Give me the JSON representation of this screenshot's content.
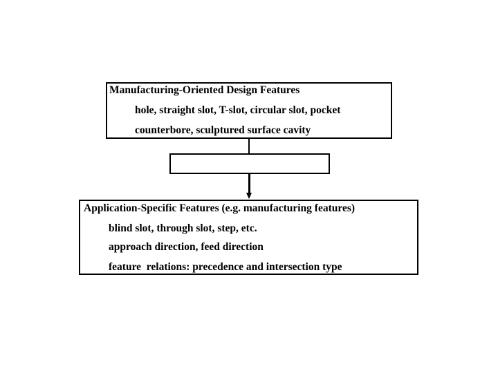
{
  "diagram": {
    "top_box": {
      "title": "Manufacturing-Oriented Design Features",
      "lines": [
        "hole, straight slot, T-slot, circular slot, pocket",
        "counterbore, sculptured surface cavity"
      ]
    },
    "middle_box": {
      "label": ""
    },
    "bottom_box": {
      "title": "Application-Specific Features (e.g. manufacturing features)",
      "lines": [
        "blind slot, through slot, step, etc.",
        "approach direction, feed direction",
        "feature  relations: precedence and intersection type"
      ]
    },
    "colors": {
      "background": "#ffffff",
      "border": "#000000",
      "text": "#000000"
    }
  }
}
